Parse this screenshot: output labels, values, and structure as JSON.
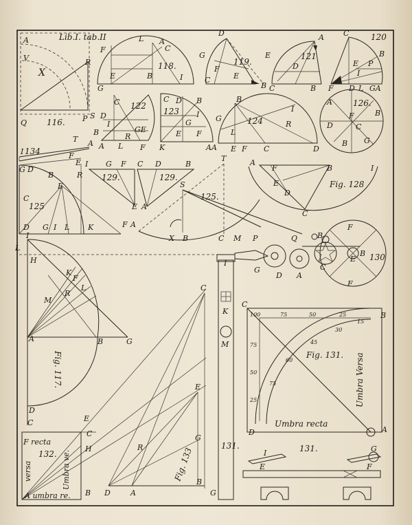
{
  "plate_header": "Lib.I. tab.II",
  "figure_numbers": {
    "f116": "116.",
    "f117": "Fig. 117.",
    "f118": "118.",
    "f119": "119.",
    "f120": "120",
    "f121": "121",
    "f122": "122",
    "f123": "123",
    "f124": "124",
    "f125a": "125",
    "f125b": "125.",
    "f126": "126.",
    "f128": "Fig. 128",
    "f129a": "129.",
    "f129b": "129.",
    "f130": "130",
    "f131a": "Fig. 131.",
    "f131b": "131.",
    "f132": "132.",
    "f133": "Fig. 133",
    "f134": "134"
  },
  "quadrant_words": {
    "umbra_versa": "Umbra Versa",
    "umbra_recta": "Umbra recta"
  },
  "fig132_words": {
    "f_recta": "F recta",
    "versa": "versa",
    "umbra_vertical": "Umbra ve.",
    "umbra_bottom": "A umbra re."
  },
  "scale_top": [
    "100",
    "75",
    "50",
    "25"
  ],
  "scale_left": [
    "75",
    "50",
    "25"
  ],
  "scale_arc": [
    "15",
    "30",
    "45",
    "60",
    "75"
  ],
  "letters": {
    "A": "A",
    "B": "B",
    "C": "C",
    "D": "D",
    "E": "E",
    "F": "F",
    "G": "G",
    "H": "H",
    "I": "I",
    "K": "K",
    "L": "L",
    "M": "M",
    "P": "P",
    "Q": "Q",
    "R": "R",
    "S": "S",
    "T": "T",
    "V": "V",
    "X": "X",
    "GE": "GE",
    "GA": "GA",
    "AA": "AA"
  }
}
